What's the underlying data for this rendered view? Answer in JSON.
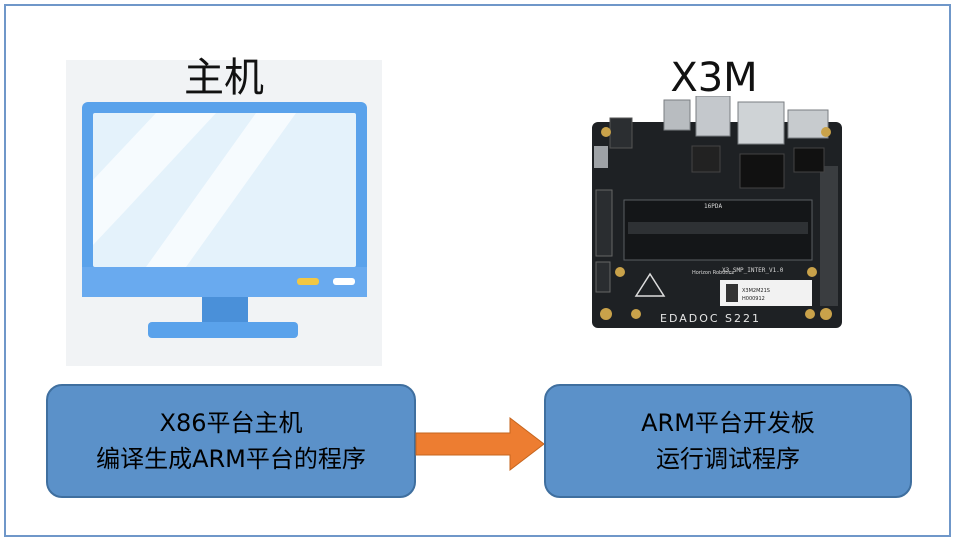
{
  "host": {
    "title": "主机"
  },
  "board": {
    "title": "X3M",
    "silkscreen_top": "16PDA",
    "silkscreen_id": "X3_SMP_INTER_V1.0",
    "silkscreen_mfr": "EDADOC S221",
    "brand": "Horizon Robotics",
    "label_line1": "X3M2M21S",
    "label_line2": "H000912"
  },
  "left_box": {
    "line1": "X86平台主机",
    "line2": "编译生成ARM平台的程序"
  },
  "right_box": {
    "line1": "ARM平台开发板",
    "line2": "运行调试程序"
  },
  "colors": {
    "box_fill": "#5b91c9",
    "box_border": "#3f6f9f",
    "arrow": "#ed7d31",
    "frame": "#6f97c9",
    "monitor_body": "#5aa2eb",
    "monitor_screen": "#e4f2fb"
  }
}
